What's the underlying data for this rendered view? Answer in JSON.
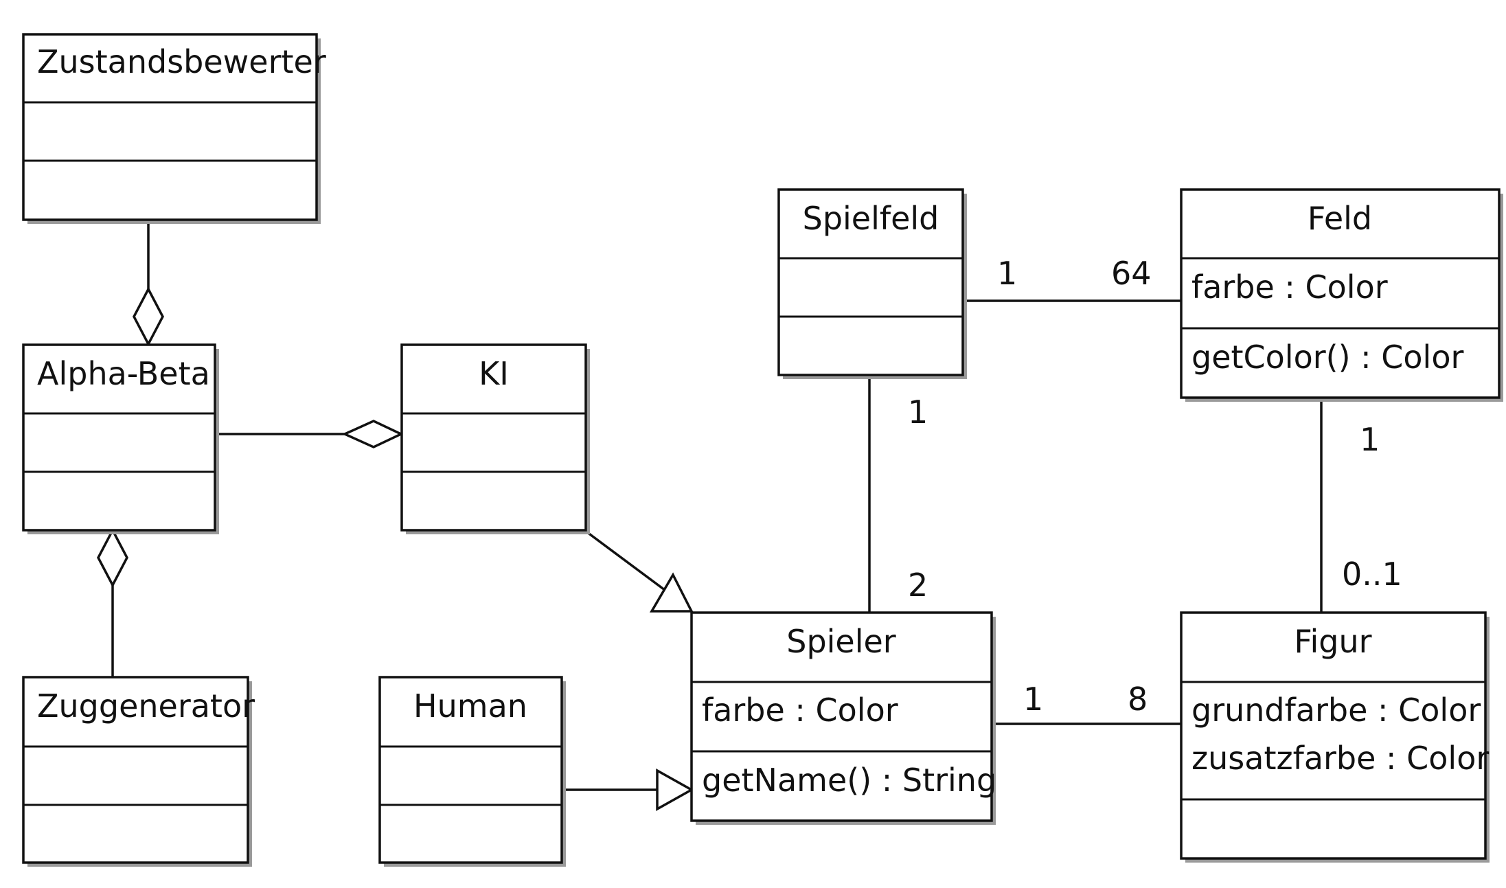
{
  "classes": {
    "zustandsbewerter": {
      "name": "Zustandsbewerter",
      "attributes": [],
      "methods": []
    },
    "alpha_beta": {
      "name": "Alpha-Beta",
      "attributes": [],
      "methods": []
    },
    "zuggenerator": {
      "name": "Zuggenerator",
      "attributes": [],
      "methods": []
    },
    "ki": {
      "name": "KI",
      "attributes": [],
      "methods": []
    },
    "human": {
      "name": "Human",
      "attributes": [],
      "methods": []
    },
    "spielfeld": {
      "name": "Spielfeld",
      "attributes": [],
      "methods": []
    },
    "feld": {
      "name": "Feld",
      "attributes": [
        "farbe : Color"
      ],
      "methods": [
        "getColor() : Color"
      ]
    },
    "spieler": {
      "name": "Spieler",
      "attributes": [
        "farbe : Color"
      ],
      "methods": [
        "getName() : String"
      ]
    },
    "figur": {
      "name": "Figur",
      "attributes": [
        "grundfarbe : Color",
        "zusatzfarbe : Color"
      ],
      "methods": []
    }
  },
  "relations": [
    {
      "type": "aggregation",
      "whole": "Alpha-Beta",
      "part": "Zustandsbewerter"
    },
    {
      "type": "aggregation",
      "whole": "Alpha-Beta",
      "part": "Zuggenerator"
    },
    {
      "type": "aggregation",
      "whole": "KI",
      "part": "Alpha-Beta"
    },
    {
      "type": "generalization",
      "child": "KI",
      "parent": "Spieler"
    },
    {
      "type": "generalization",
      "child": "Human",
      "parent": "Spieler"
    },
    {
      "type": "association",
      "a": "Spielfeld",
      "b": "Feld",
      "mult_a": "1",
      "mult_b": "64"
    },
    {
      "type": "association",
      "a": "Spielfeld",
      "b": "Spieler",
      "mult_a": "1",
      "mult_b": "2"
    },
    {
      "type": "association",
      "a": "Feld",
      "b": "Figur",
      "mult_a": "1",
      "mult_b": "0..1"
    },
    {
      "type": "association",
      "a": "Spieler",
      "b": "Figur",
      "mult_a": "1",
      "mult_b": "8"
    }
  ]
}
